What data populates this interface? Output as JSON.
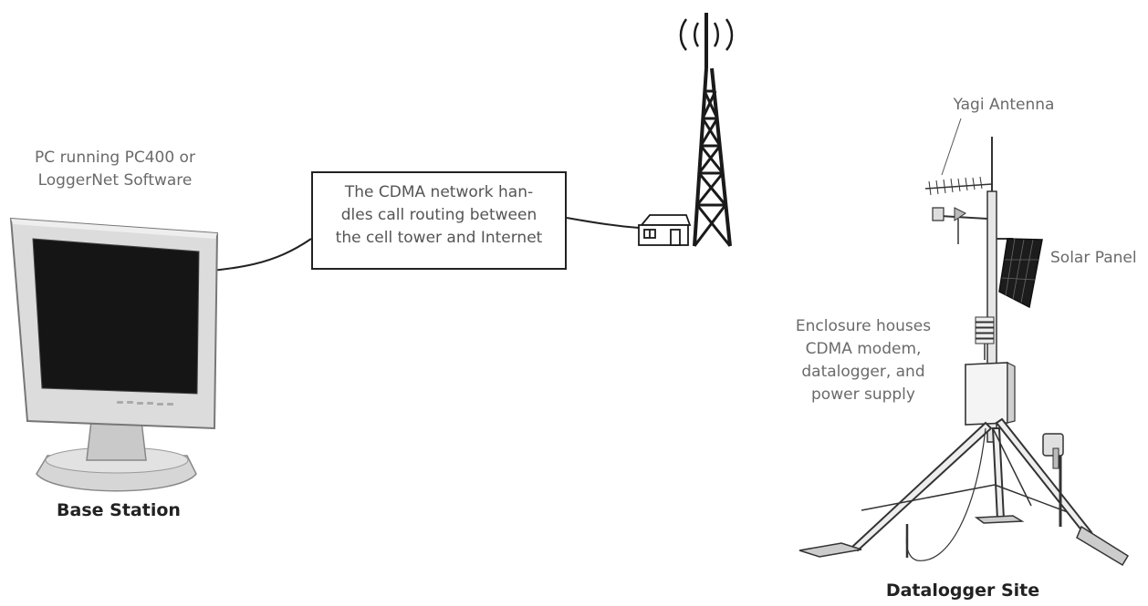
{
  "labels": {
    "pc_software": [
      "PC running PC400 or",
      "LoggerNet Software"
    ],
    "base_station": "Base Station",
    "cdma_box": [
      "The CDMA network han-",
      "dles call routing between",
      "the cell tower and Internet"
    ],
    "yagi_antenna": "Yagi Antenna",
    "solar_panel": "Solar Panel",
    "enclosure": [
      "Enclosure houses",
      "CDMA modem,",
      "datalogger, and",
      "power supply"
    ],
    "datalogger_site": "Datalogger Site"
  }
}
